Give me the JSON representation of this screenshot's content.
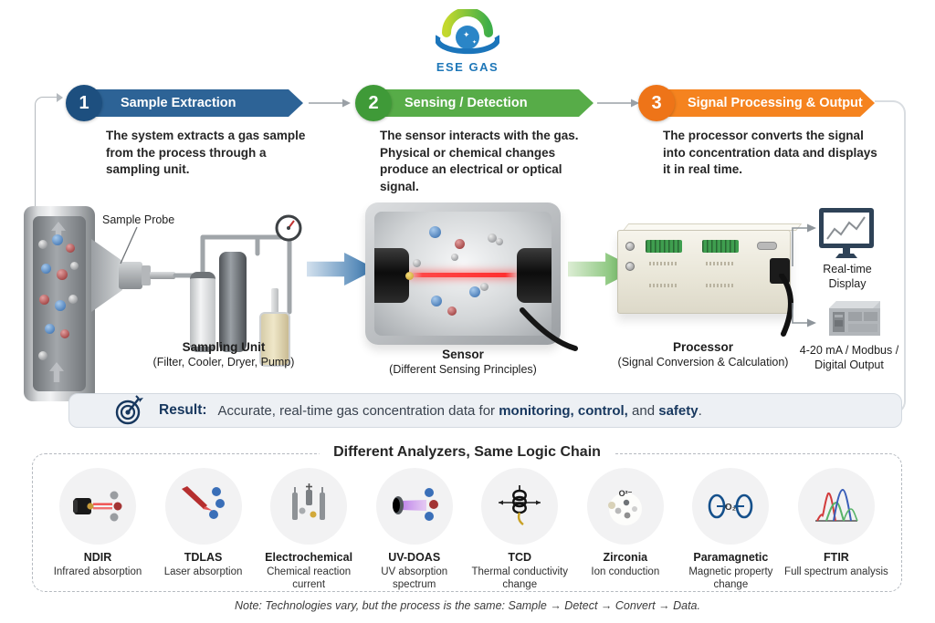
{
  "logo": {
    "name": "ESE GAS"
  },
  "steps": [
    {
      "number": "1",
      "title": "Sample Extraction",
      "description": "The system extracts a gas sample from the process through a sampling unit.",
      "image_label": "Sample Probe",
      "caption_title": "Sampling Unit",
      "caption_sub": "(Filter, Cooler, Dryer, Pump)",
      "color": "#2d6396"
    },
    {
      "number": "2",
      "title": "Sensing / Detection",
      "description": "The sensor interacts with the gas. Physical or chemical changes produce an electrical or optical signal.",
      "caption_title": "Sensor",
      "caption_sub": "(Different Sensing Principles)",
      "color": "#57ac48"
    },
    {
      "number": "3",
      "title": "Signal Processing & Output",
      "description": "The processor converts the signal into concentration data and displays it in real time.",
      "caption_title": "Processor",
      "caption_sub": "(Signal Conversion & Calculation)",
      "color": "#f5831f"
    }
  ],
  "outputs": {
    "display": "Real-time Display",
    "signal": "4-20 mA / Modbus / Digital Output"
  },
  "result": {
    "label": "Result:",
    "prefix": "Accurate, real-time gas concentration data for ",
    "bold1": "monitoring, control,",
    "mid": " and ",
    "bold2": "safety",
    "suffix": "."
  },
  "analyzers_panel": {
    "title": "Different Analyzers, Same Logic Chain",
    "items": [
      {
        "name": "NDIR",
        "principle": "Infrared absorption"
      },
      {
        "name": "TDLAS",
        "principle": "Laser absorption"
      },
      {
        "name": "Electrochemical",
        "principle": "Chemical reaction current"
      },
      {
        "name": "UV-DOAS",
        "principle": "UV absorption spectrum"
      },
      {
        "name": "TCD",
        "principle": "Thermal conductivity change"
      },
      {
        "name": "Zirconia",
        "principle": "Ion conduction",
        "icon_label": "O²⁻"
      },
      {
        "name": "Paramagnetic",
        "principle": "Magnetic property change",
        "icon_label": "O₂"
      },
      {
        "name": "FTIR",
        "principle": "Full spectrum analysis"
      }
    ]
  },
  "note": "Note: Technologies vary, but the process is the same: Sample  →  Detect  →  Convert  →  Data.",
  "colors": {
    "step1": "#2d6396",
    "step2": "#57ac48",
    "step3": "#f5831f",
    "navy": "#17375e"
  }
}
